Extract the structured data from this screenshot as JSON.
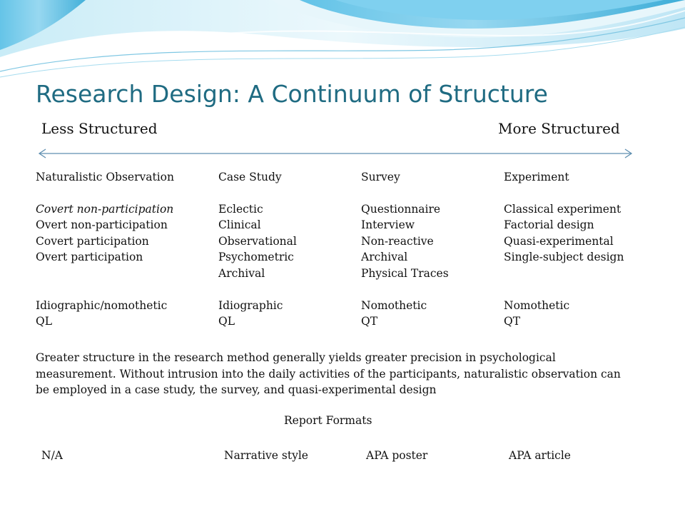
{
  "slide": {
    "title": "Research Design: A Continuum of Structure",
    "title_color": "#1f6b82"
  },
  "scale": {
    "left_label": "Less Structured",
    "right_label": "More Structured",
    "arrow_color": "#5f8fb0"
  },
  "columns": [
    {
      "header": "Naturalistic Observation",
      "items": [
        "Covert non-participation",
        "Overt non-participation",
        "Covert participation",
        "Overt participation"
      ],
      "focus": "Idiographic/nomothetic",
      "data_type": "QL"
    },
    {
      "header": "Case Study",
      "items": [
        "Eclectic",
        "Clinical",
        "Observational",
        "Psychometric",
        "Archival"
      ],
      "focus": "Idiographic",
      "data_type": "QL"
    },
    {
      "header": "Survey",
      "items": [
        "Questionnaire",
        "Interview",
        "Non-reactive",
        "Archival",
        "Physical Traces"
      ],
      "focus": "Nomothetic",
      "data_type": "QT"
    },
    {
      "header": "Experiment",
      "items": [
        "Classical experiment",
        "Factorial design",
        "Quasi-experimental",
        "Single-subject design"
      ],
      "focus": "Nomothetic",
      "data_type": "QT"
    }
  ],
  "summary": "Greater structure in the research method generally yields greater precision in psychological measurement. Without intrusion into the daily activities of the participants, naturalistic observation can be employed in a case study, the survey, and quasi-experimental design",
  "report": {
    "title": "Report Formats",
    "formats": [
      "N/A",
      "Narrative style",
      "APA poster",
      "APA article"
    ]
  },
  "theme": {
    "wave_light": "#d8f0f8",
    "wave_mid": "#9fd8ee",
    "wave_dark": "#2aa5d4"
  }
}
